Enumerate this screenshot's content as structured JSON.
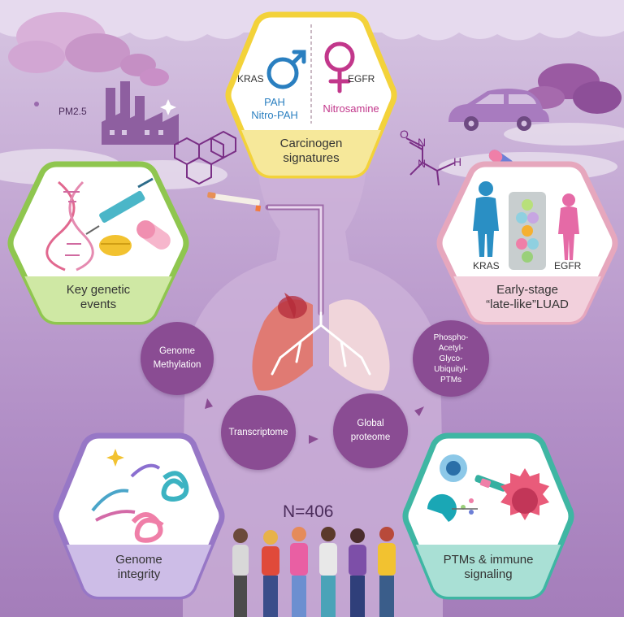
{
  "pollution": {
    "pm_label": "PM2.5"
  },
  "top_hex": {
    "kras": "KRAS",
    "egfr": "EGFR",
    "pah": "PAH",
    "nitro_pah": "Nitro-PAH",
    "nitrosamine": "Nitrosamine",
    "title_line1": "Carcinogen",
    "title_line2": "signatures"
  },
  "left_hex": {
    "title_line1": "Key genetic",
    "title_line2": "events"
  },
  "right_hex": {
    "kras": "KRAS",
    "egfr": "EGFR",
    "title_line1": "Early-stage",
    "title_line2": "“late-like”LUAD"
  },
  "bottom_left_hex": {
    "title_line1": "Genome",
    "title_line2": "integrity"
  },
  "bottom_right_hex": {
    "title_line1": "PTMs & immune",
    "title_line2": "signaling"
  },
  "omics": {
    "genome_line1": "Genome",
    "genome_line2": "Methylation",
    "transcriptome": "Transcriptome",
    "proteome_line1": "Global",
    "proteome_line2": "proteome",
    "ptm_lines": [
      "Phospho-",
      "Acetyl-",
      "Glyco-",
      "Ubiquityl-",
      "PTMs"
    ]
  },
  "cohort": {
    "label": "N=406"
  },
  "colors": {
    "top_border": "#f3d23a",
    "top_label_bg": "#f6e89a",
    "left_border": "#8fc64f",
    "left_label_bg": "#cfe8a4",
    "right_border": "#e6a7bd",
    "right_label_bg": "#f2d0dc",
    "bl_border": "#9777c6",
    "bl_label_bg": "#cdbde7",
    "br_border": "#3fb6a3",
    "br_label_bg": "#a9e0d5",
    "omics_circle": "#8a4c93",
    "kras_blue": "#2a7fc0",
    "egfr_pink": "#c2378b"
  }
}
